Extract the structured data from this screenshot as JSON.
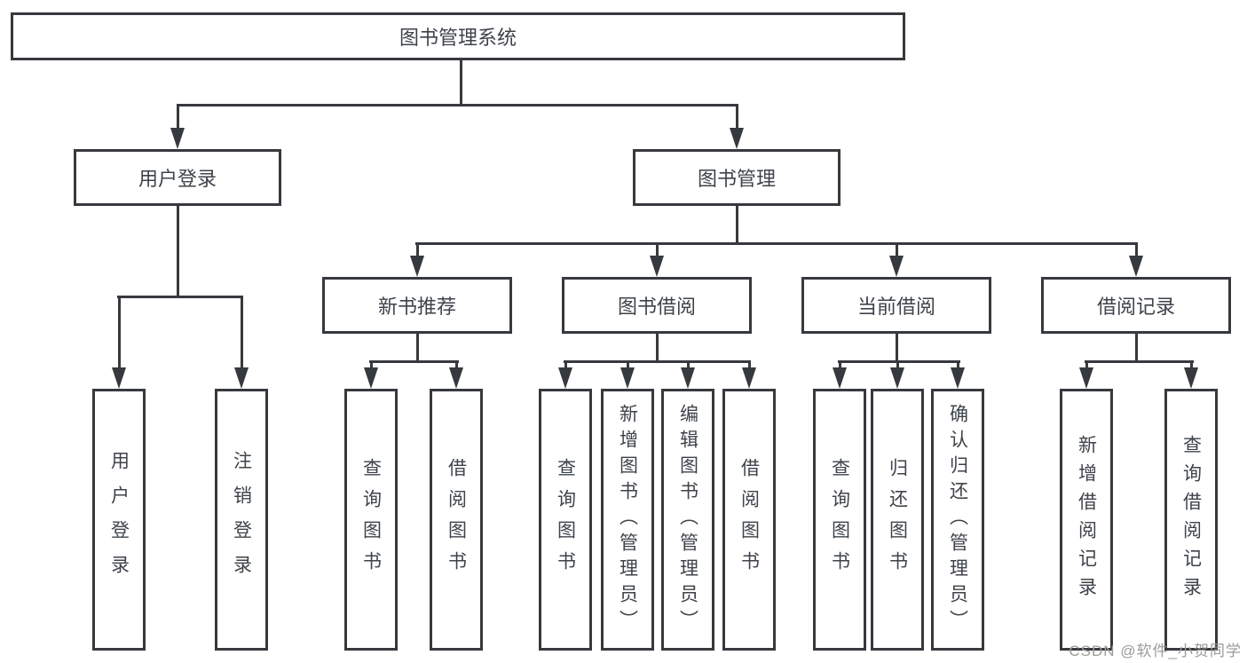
{
  "tree": {
    "root": "图书管理系统",
    "branches": [
      {
        "label": "用户登录",
        "leaves": [
          "用户登录",
          "注销登录"
        ]
      },
      {
        "label": "图书管理",
        "groups": [
          {
            "label": "新书推荐",
            "leaves": [
              "查询图书",
              "借阅图书"
            ]
          },
          {
            "label": "图书借阅",
            "leaves": [
              "查询图书",
              "新增图书（管理员）",
              "编辑图书（管理员）",
              "借阅图书"
            ]
          },
          {
            "label": "当前借阅",
            "leaves": [
              "查询图书",
              "归还图书",
              "确认归还（管理员）"
            ]
          },
          {
            "label": "借阅记录",
            "leaves": [
              "新增借阅记录",
              "查询借阅记录"
            ]
          }
        ]
      }
    ]
  },
  "watermark": "CSDN @软件_小贺同学",
  "colors": {
    "line": "#36393d",
    "text": "#3e434a",
    "watermark": "#9b9b9b",
    "background": "#ffffff"
  }
}
